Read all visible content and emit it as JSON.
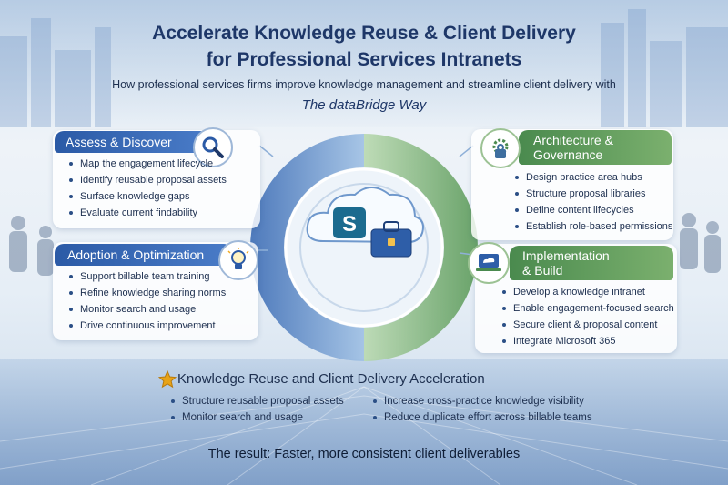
{
  "title_line1": "Accelerate Knowledge Reuse & Client Delivery",
  "title_line2": "for Professional Services Intranets",
  "subtitle": "How professional services firms improve knowledge management and streamline client delivery with",
  "brand": "The dataBridge Way",
  "panels": {
    "assess": {
      "title": "Assess & Discover",
      "icon": "magnifier-icon",
      "items": [
        "Map the engagement lifecycle",
        "Identify reusable proposal assets",
        "Surface knowledge gaps",
        "Evaluate current findability"
      ]
    },
    "architecture": {
      "title_line1": "Architecture &",
      "title_line2": "Governance",
      "icon": "gear-lock-icon",
      "items": [
        "Design practice area hubs",
        "Structure proposal libraries",
        "Define content lifecycles",
        "Establish role-based permissions"
      ]
    },
    "adoption": {
      "title": "Adoption & Optimization",
      "icon": "lightbulb-icon",
      "items": [
        "Support billable team training",
        "Refine knowledge sharing norms",
        "Monitor search and usage",
        "Drive continuous improvement"
      ]
    },
    "implementation": {
      "title_line1": "Implementation",
      "title_line2": "& Build",
      "icon": "laptop-cloud-icon",
      "items": [
        "Develop a knowledge intranet",
        "Enable engagement-focused search",
        "Secure client & proposal content",
        "Integrate Microsoft 365"
      ]
    }
  },
  "center": {
    "icon": "sharepoint-cloud-icon",
    "letter": "S"
  },
  "acceleration": {
    "title": "Knowledge Reuse and Client Delivery Acceleration",
    "icon": "star-icon",
    "left_items": [
      "Structure reusable proposal assets",
      "Monitor search and usage"
    ],
    "right_items": [
      "Increase cross-practice knowledge visibility",
      "Reduce duplicate effort across billable teams"
    ]
  },
  "result": "The result: Faster, more consistent client deliverables",
  "colors": {
    "navy": "#1e3768",
    "blue_accent": "#2b5aa6",
    "green_accent": "#4a8a4e",
    "star_gold": "#e8a317"
  }
}
